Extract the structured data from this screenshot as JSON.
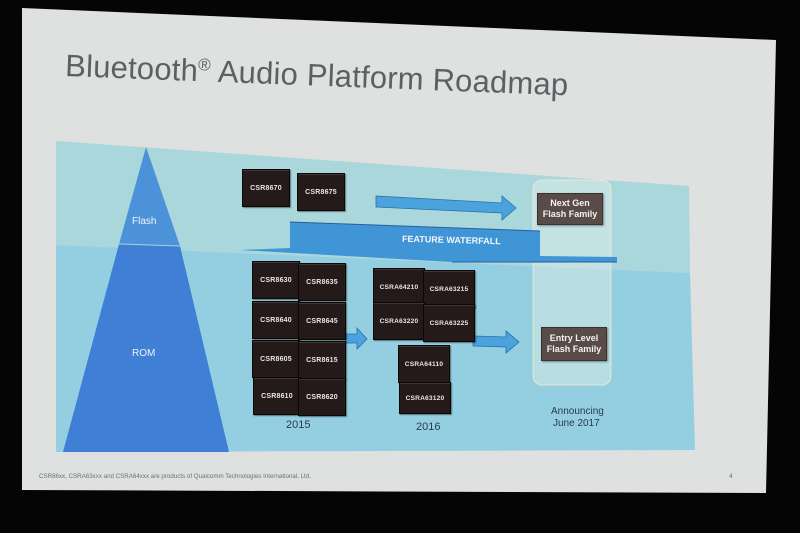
{
  "slide": {
    "title": "Bluetooth",
    "title_mark": "®",
    "title_rest": " Audio Platform Roadmap",
    "footer_note": "CSR86xx, CSRA63xxx and CSRA64xxx are products of Qualcomm Technologies International, Ltd.",
    "page_number": "4"
  },
  "pyramid": {
    "top_label": "Flash",
    "bottom_label": "ROM"
  },
  "flash_row": {
    "chips": [
      "CSR8670",
      "CSR8675"
    ]
  },
  "waterfall": {
    "label": "FEATURE WATERFALL"
  },
  "rom_2015": {
    "chips": [
      "CSR8630",
      "CSR8635",
      "CSR8640",
      "CSR8645",
      "CSR8605",
      "CSR8615",
      "CSR8610",
      "CSR8620"
    ],
    "year": "2015"
  },
  "rom_2016": {
    "chips": [
      "CSRA64210",
      "CSRA63215",
      "CSRA63220",
      "CSRA63225",
      "CSRA64110",
      "CSRA63120"
    ],
    "year": "2016"
  },
  "future": {
    "next_gen": "Next Gen Flash Family",
    "entry_level": "Entry Level Flash Family",
    "announce_line1": "Announcing",
    "announce_line2": "June 2017"
  },
  "colors": {
    "flash_band": "#a9d7dc",
    "rom_band": "#93cfe0",
    "pyramid": "#3f86d8",
    "arrow": "#4aa3dc",
    "chip": "#241a19",
    "family_box": "#584b48"
  }
}
